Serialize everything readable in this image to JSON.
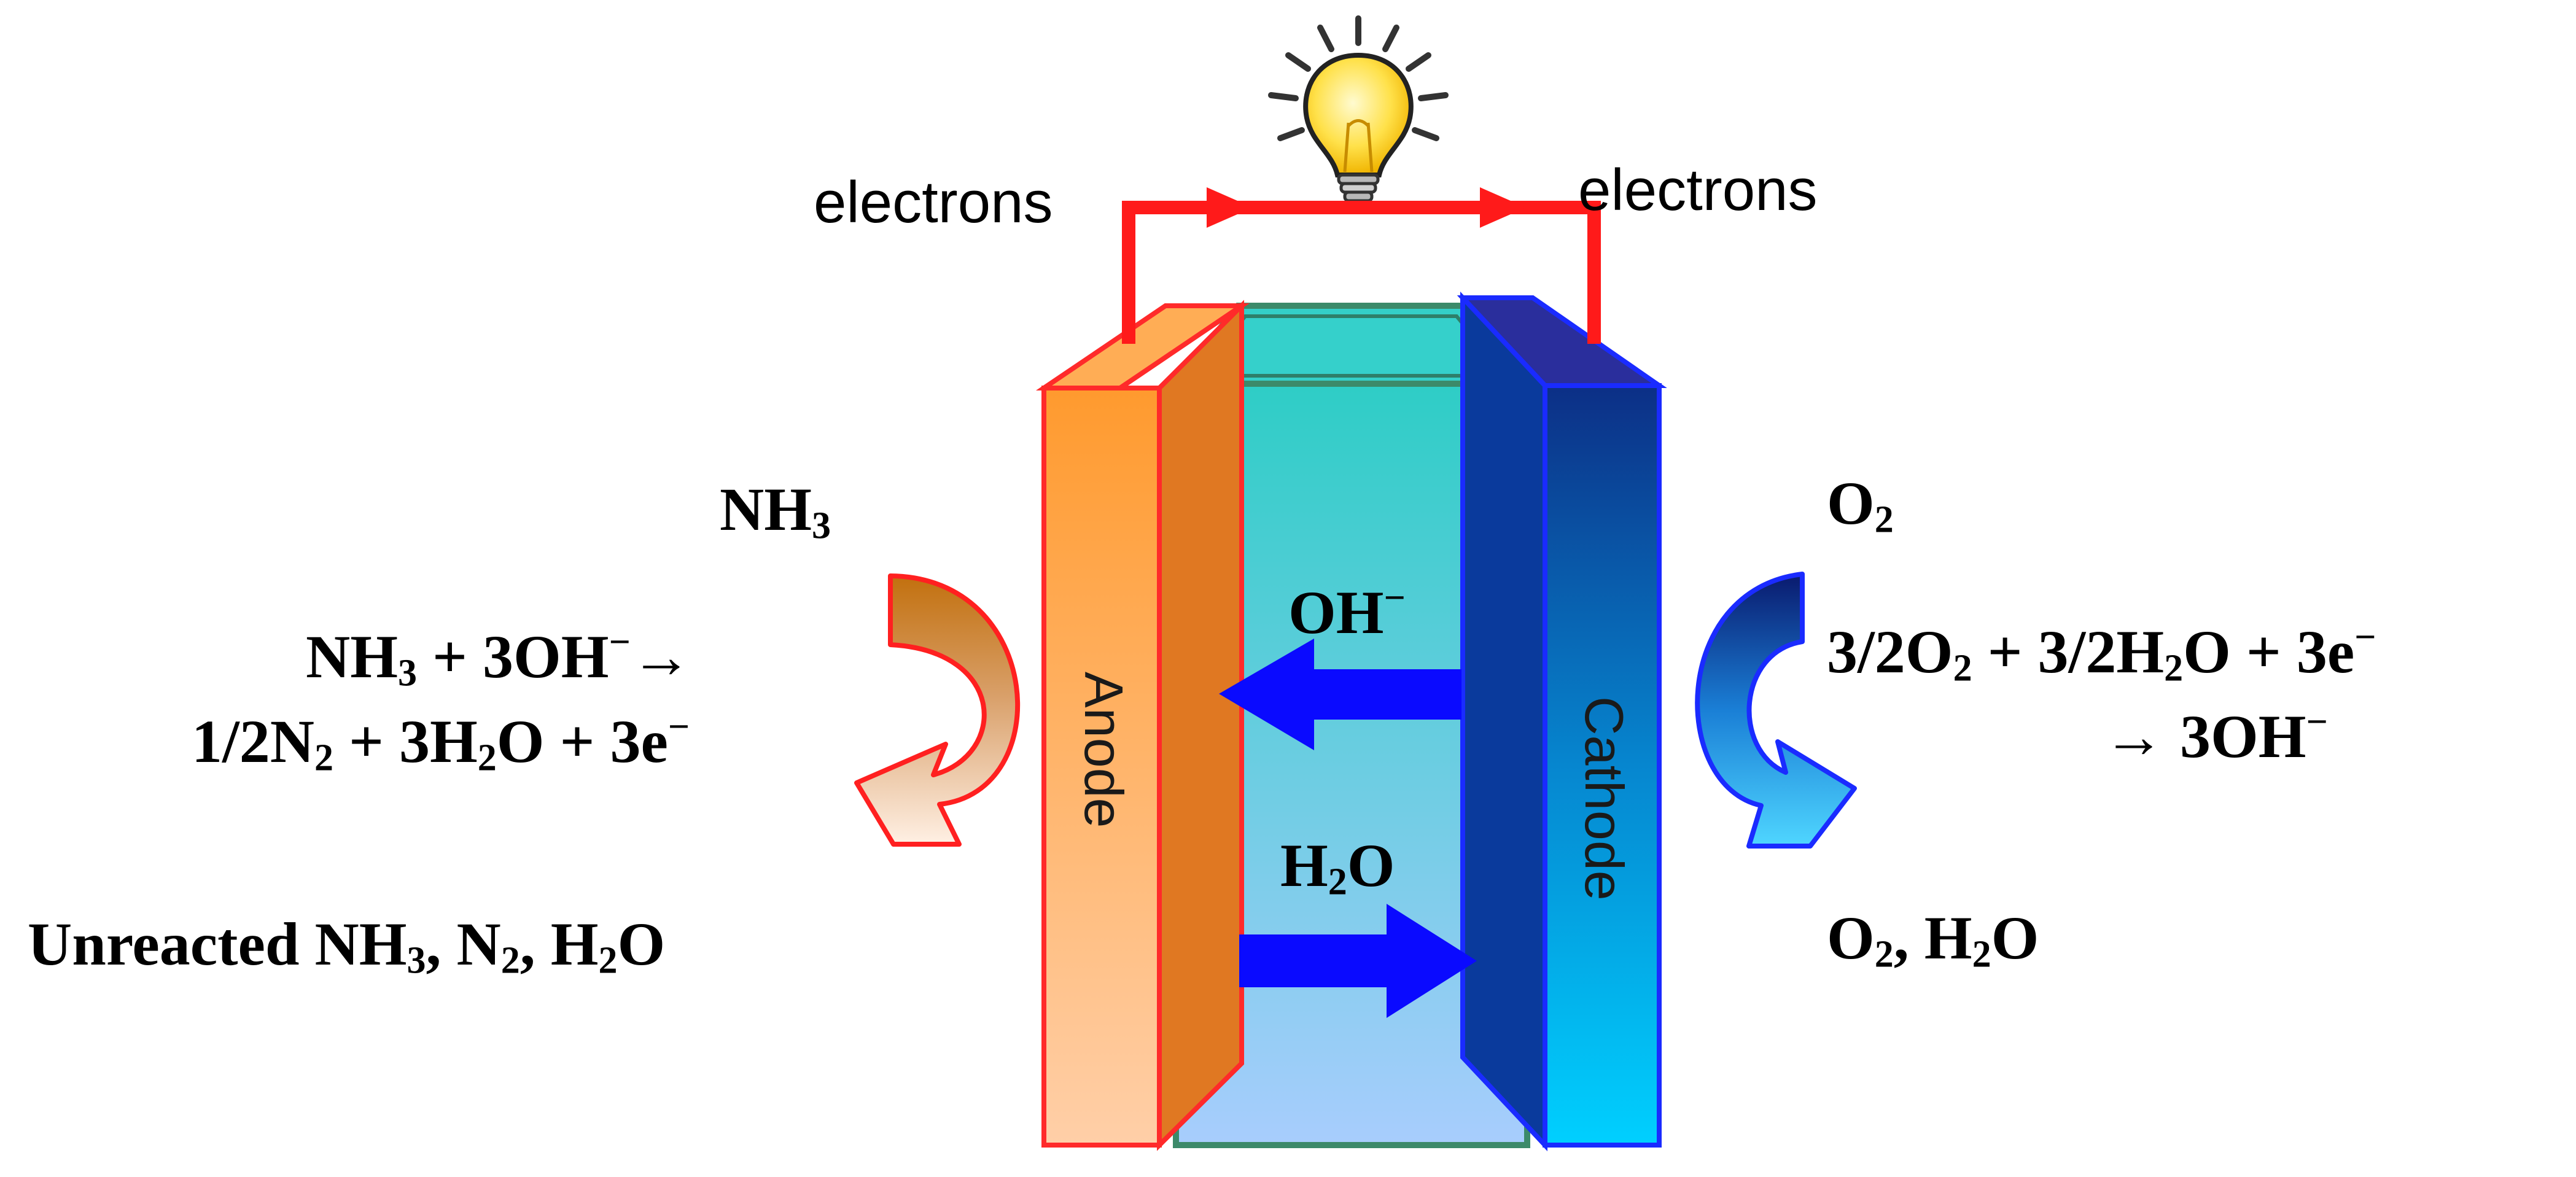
{
  "wire_label_left": "electrons",
  "wire_label_right": "electrons",
  "electrodes": {
    "anode": "Anode",
    "cathode": "Cathode"
  },
  "electrolyte_ions": {
    "hydroxide": {
      "base": "OH",
      "sup": "−"
    },
    "water": {
      "pre": "H",
      "sub": "2",
      "post": "O"
    }
  },
  "anode_side": {
    "input": {
      "pre": "NH",
      "sub": "3"
    },
    "reaction_line1": {
      "a": "NH",
      "a_sub": "3",
      "b": " + 3OH",
      "b_sup": "−",
      "c": "→"
    },
    "reaction_line2": {
      "a": "1/2N",
      "a_sub": "2",
      "b": " + 3H",
      "b_sub": "2",
      "c": "O + 3e",
      "c_sup": "−"
    },
    "output": {
      "a": "Unreacted NH",
      "a_sub": "3",
      "b": ", N",
      "b_sub": "2",
      "c": ", H",
      "c_sub": "2",
      "d": "O"
    }
  },
  "cathode_side": {
    "input": {
      "pre": "O",
      "sub": "2"
    },
    "reaction_line1": {
      "a": "3/2O",
      "a_sub": "2",
      "b": " + 3/2H",
      "b_sub": "2",
      "c": "O + 3e",
      "c_sup": "−"
    },
    "reaction_line2": {
      "a": "→ 3OH",
      "a_sup": "−"
    },
    "output": {
      "a": "O",
      "a_sub": "2",
      "b": ", H",
      "b_sub": "2",
      "c": "O"
    }
  },
  "colors": {
    "wire": "#ff1a1a",
    "anode_top": "#ff9a2e",
    "anode_bottom": "#ffcfa8",
    "anode_border": "#ff2a2a",
    "electrolyte_top": "#2ecdc6",
    "electrolyte_bottom": "#a8cdfd",
    "cathode_top": "#0c2f86",
    "cathode_bottom": "#00d0ff",
    "cathode_border": "#1a2bff",
    "ion_arrow": "#0a0aff",
    "bulb": "#ffe14a"
  },
  "icons": [
    "light-bulb-icon",
    "curved-arrow-icon",
    "flow-arrow-icon"
  ]
}
